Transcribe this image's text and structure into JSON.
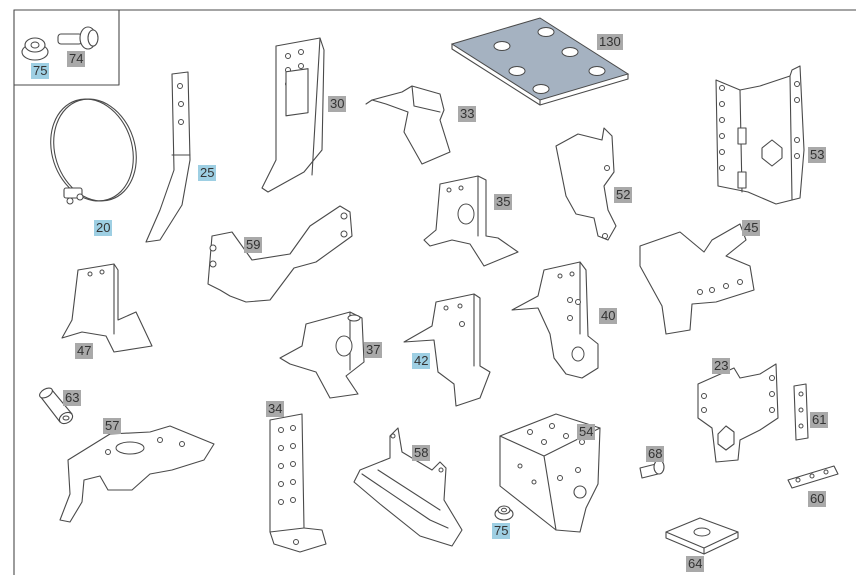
{
  "colors": {
    "label_bg": "#a9a9a9",
    "label_highlight_bg": "#9ecfe3",
    "plate_fill": "#a5b2c1",
    "line": "#4a4a4a"
  },
  "part_labels": [
    {
      "id": "p75a",
      "text": "75",
      "highlighted": true
    },
    {
      "id": "p74",
      "text": "74",
      "highlighted": false
    },
    {
      "id": "p130",
      "text": "130",
      "highlighted": false
    },
    {
      "id": "p30",
      "text": "30",
      "highlighted": false
    },
    {
      "id": "p33",
      "text": "33",
      "highlighted": false
    },
    {
      "id": "p53",
      "text": "53",
      "highlighted": false
    },
    {
      "id": "p25",
      "text": "25",
      "highlighted": true
    },
    {
      "id": "p20",
      "text": "20",
      "highlighted": true
    },
    {
      "id": "p52",
      "text": "52",
      "highlighted": false
    },
    {
      "id": "p35",
      "text": "35",
      "highlighted": false
    },
    {
      "id": "p59",
      "text": "59",
      "highlighted": false
    },
    {
      "id": "p45",
      "text": "45",
      "highlighted": false
    },
    {
      "id": "p47",
      "text": "47",
      "highlighted": false
    },
    {
      "id": "p37",
      "text": "37",
      "highlighted": false
    },
    {
      "id": "p42",
      "text": "42",
      "highlighted": true
    },
    {
      "id": "p40",
      "text": "40",
      "highlighted": false
    },
    {
      "id": "p23",
      "text": "23",
      "highlighted": false
    },
    {
      "id": "p63",
      "text": "63",
      "highlighted": false
    },
    {
      "id": "p34",
      "text": "34",
      "highlighted": false
    },
    {
      "id": "p57",
      "text": "57",
      "highlighted": false
    },
    {
      "id": "p58",
      "text": "58",
      "highlighted": false
    },
    {
      "id": "p54",
      "text": "54",
      "highlighted": false
    },
    {
      "id": "p61",
      "text": "61",
      "highlighted": false
    },
    {
      "id": "p68",
      "text": "68",
      "highlighted": false
    },
    {
      "id": "p60",
      "text": "60",
      "highlighted": false
    },
    {
      "id": "p75b",
      "text": "75",
      "highlighted": true
    },
    {
      "id": "p64",
      "text": "64",
      "highlighted": false
    }
  ]
}
